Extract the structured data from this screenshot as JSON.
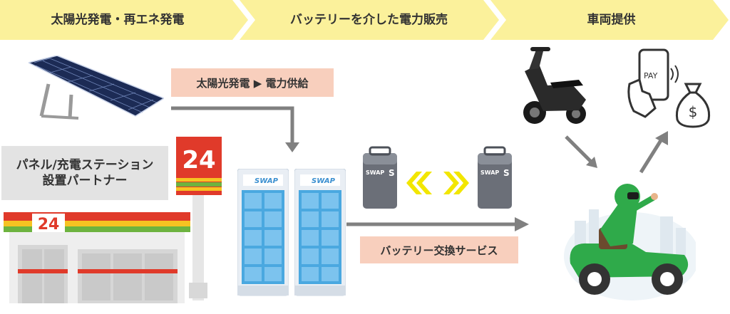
{
  "header": {
    "steps": [
      {
        "label": "太陽光発電・再エネ発電"
      },
      {
        "label": "バッテリーを介した電力販売"
      },
      {
        "label": "車両提供"
      }
    ]
  },
  "labels": {
    "solar_supply": "太陽光発電 ▶ 電力供給",
    "partner_line1": "パネル/充電ステーション",
    "partner_line2": "設置パートナー",
    "battery_swap_service": "バッテリー交換サービス"
  },
  "signage": {
    "store_number": "24"
  },
  "station": {
    "brand": "SWAP"
  },
  "battery": {
    "brand": "SWAP",
    "logo_letter": "S"
  },
  "payment": {
    "pay_text": "PAY",
    "currency_symbol": "$"
  },
  "colors": {
    "header_yellow": "#fbf19b",
    "label_salmon": "#f8cfbd",
    "partner_grey": "#e3e3e3",
    "arrow_grey": "#808080",
    "swap_yellow": "#f2e600",
    "station_blue": "#4aa8e0",
    "store_red": "#e03a2a",
    "store_green": "#6db33f",
    "rider_green": "#2faa4a"
  }
}
